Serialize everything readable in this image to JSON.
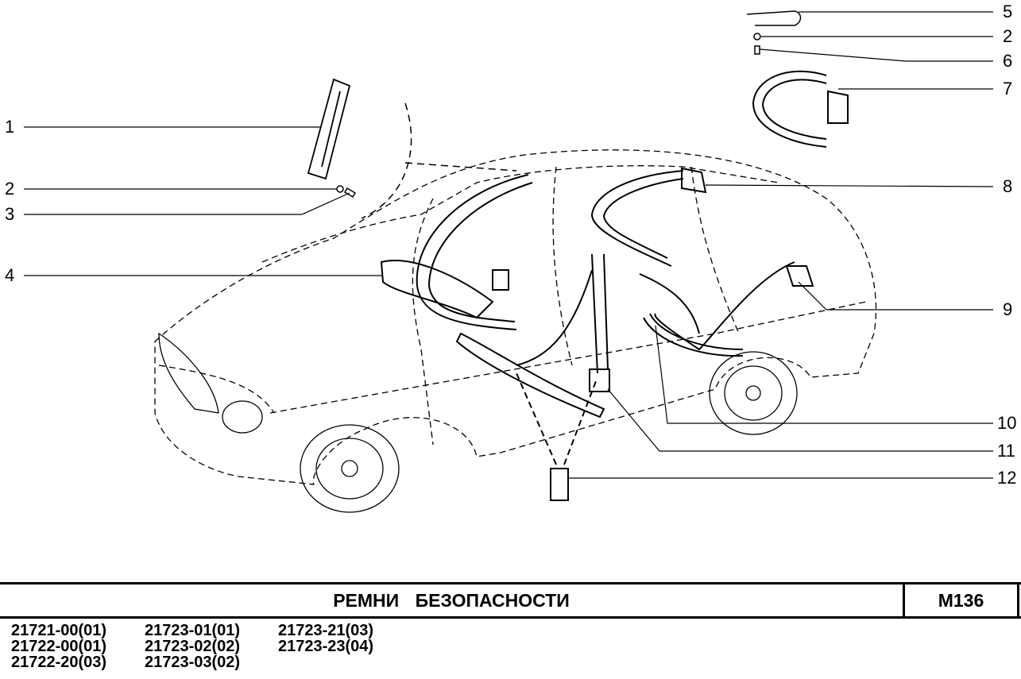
{
  "callouts": {
    "left": [
      "1",
      "2",
      "3",
      "4"
    ],
    "right": [
      "5",
      "2",
      "6",
      "7",
      "8",
      "9",
      "10",
      "11",
      "12"
    ]
  },
  "title_block": {
    "title": "РЕМНИ   БЕЗОПАСНОСТИ",
    "code": "M136"
  },
  "models": [
    "21721-00(01)",
    "21723-01(01)",
    "21723-21(03)",
    "21722-00(01)",
    "21723-02(02)",
    "21723-23(04)",
    "21722-20(03)",
    "21723-03(02)",
    ""
  ]
}
